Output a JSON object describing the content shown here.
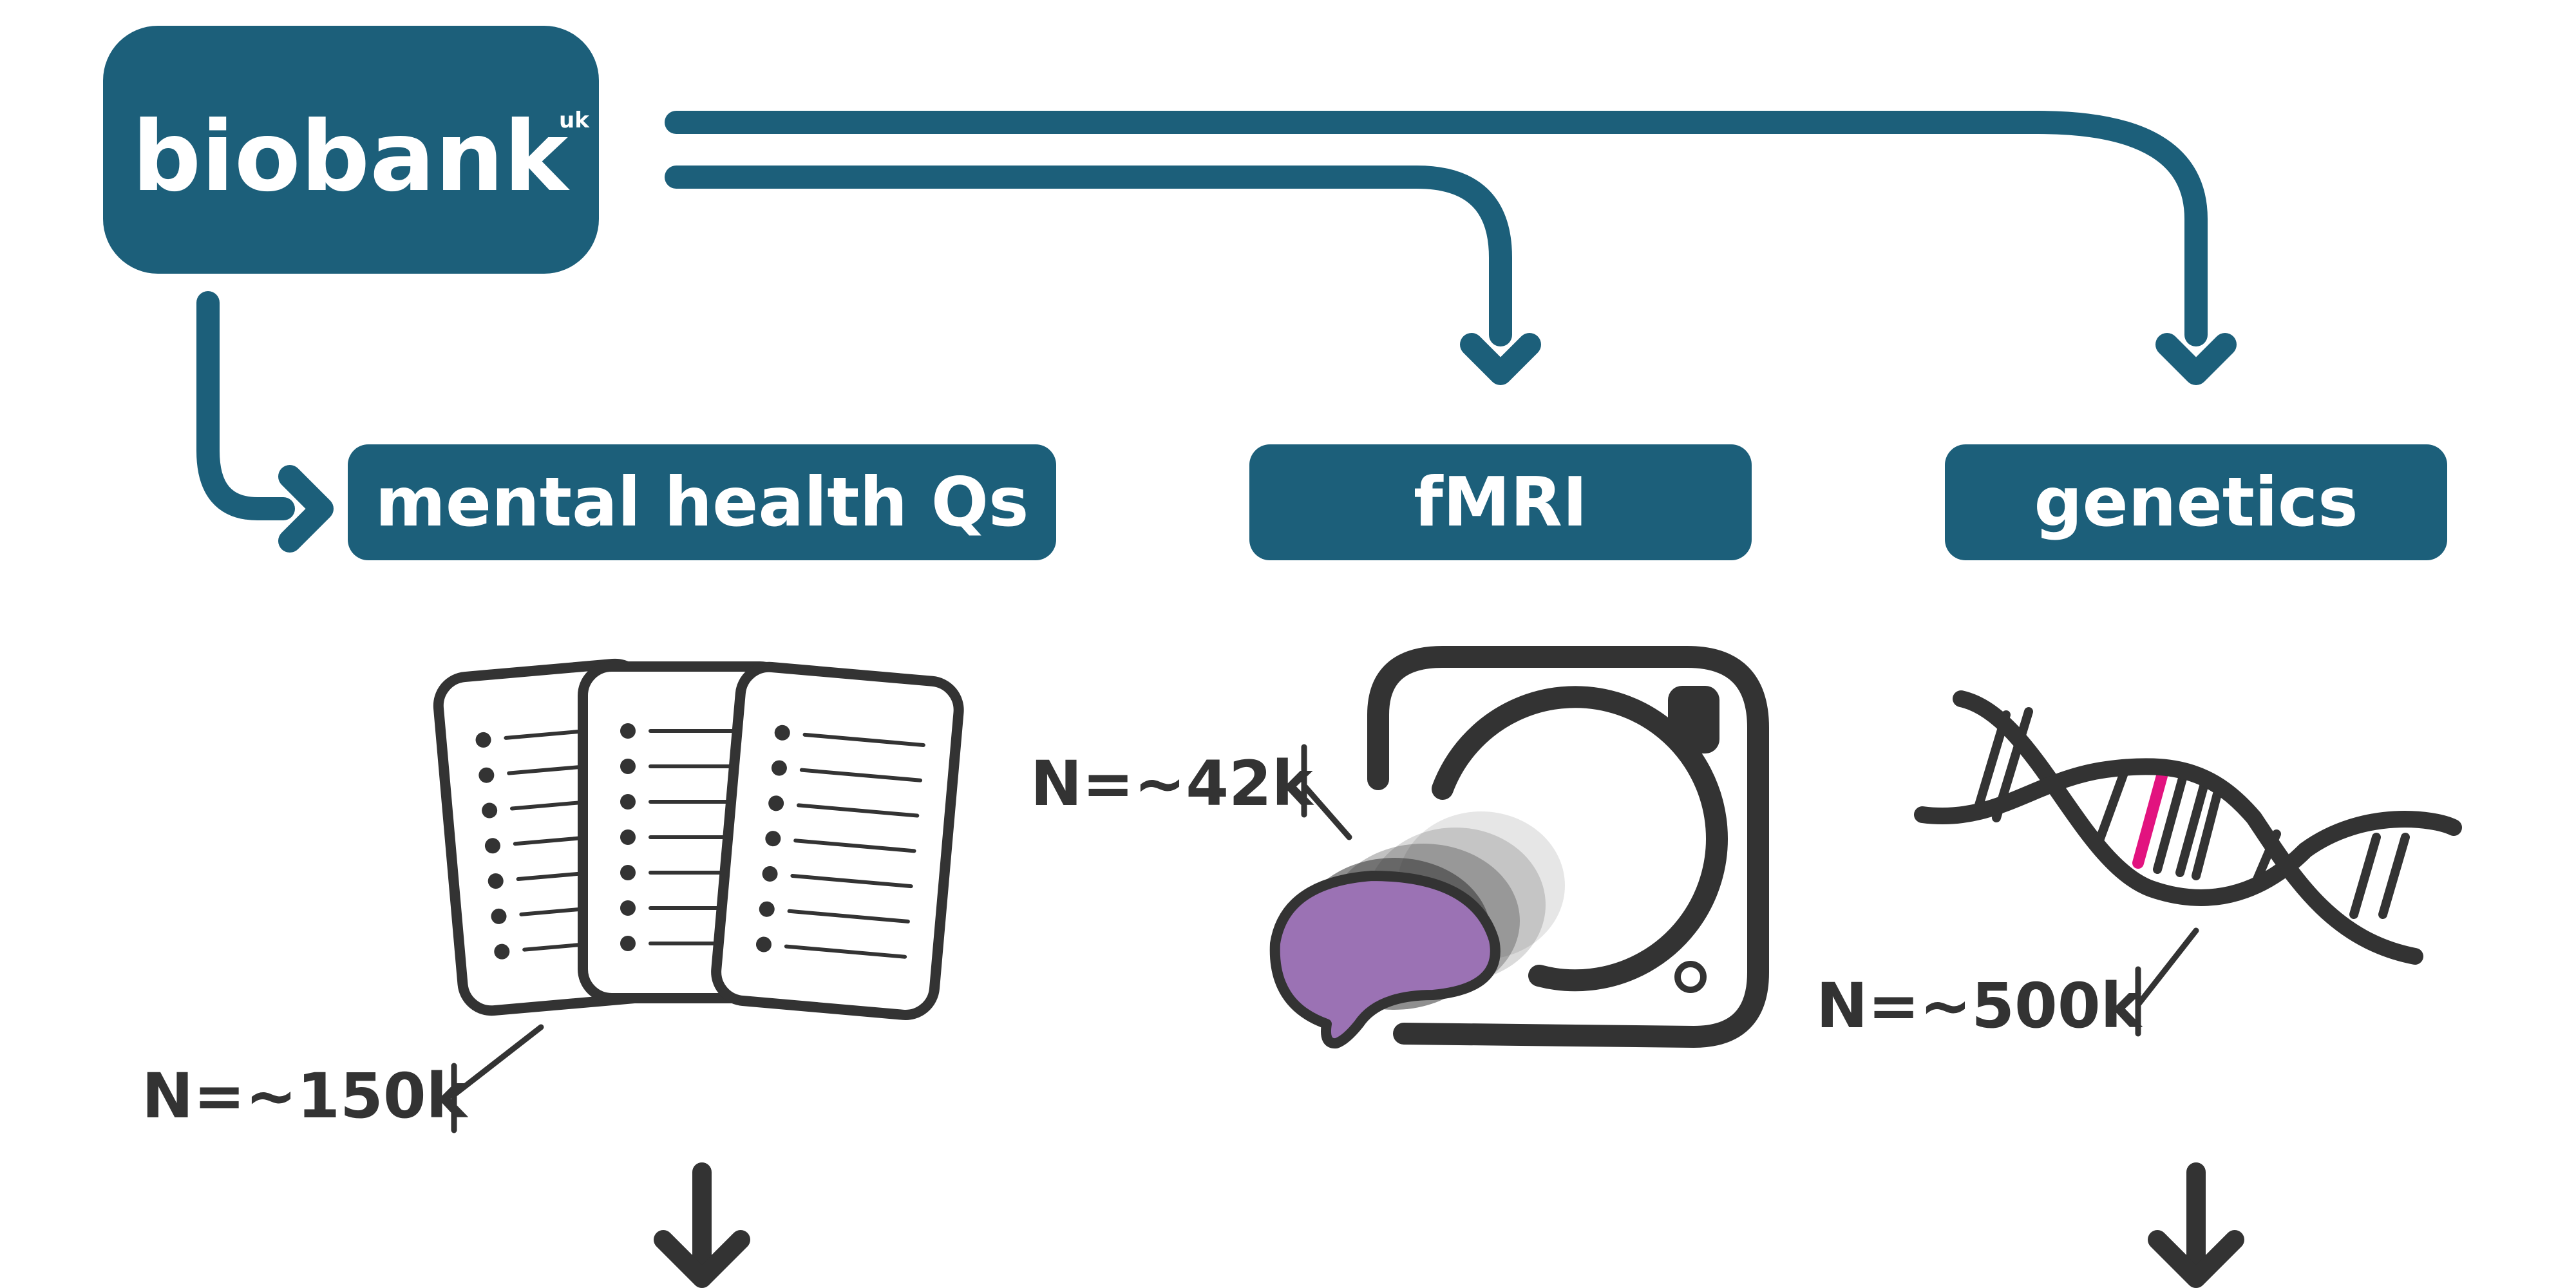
{
  "colors": {
    "teal": "#1c5f7a",
    "ink": "#333333",
    "purple": "#9b72b4",
    "magenta": "#e2137f",
    "white": "#ffffff"
  },
  "logo": {
    "text": "biobank",
    "sup": "uk"
  },
  "boxes": {
    "mental_health": "mental health Qs",
    "fmri": "fMRI",
    "genetics": "genetics"
  },
  "counts": {
    "mental_health": "N=~150k",
    "fmri": "N=~42k",
    "genetics": "N=~500k"
  },
  "icons": {
    "questionnaire": "questionnaire-pages-icon",
    "scanner": "mri-scanner-icon",
    "dna": "dna-helix-icon"
  }
}
